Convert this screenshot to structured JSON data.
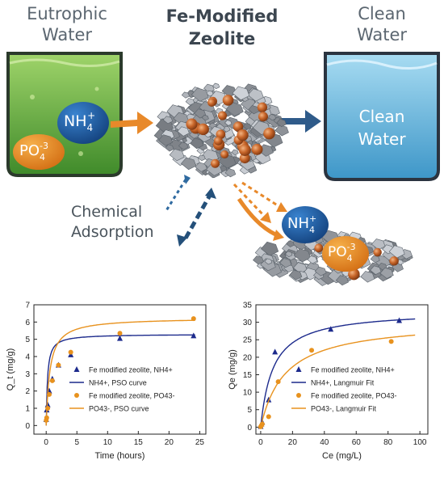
{
  "diagram": {
    "title_line1": "Fe-Modified",
    "title_line2": "Zeolite",
    "left_label_line1": "Eutrophic",
    "left_label_line2": "Water",
    "right_label_line1": "Clean",
    "right_label_line2": "Water",
    "tank_text_line1": "Clean",
    "tank_text_line2": "Water",
    "mech_line1": "Chemical",
    "mech_line2": "Adsorption",
    "ion_nh4": "NH",
    "ion_nh4_sub": "4",
    "ion_nh4_sup": "+",
    "ion_po4": "PO",
    "ion_po4_sub": "4",
    "ion_po4_sup": "-3",
    "colors": {
      "nh4_bubble": "#1f5fa8",
      "po4_bubble": "#e98a1c",
      "arrow_orange": "#e8892a",
      "arrow_blue": "#2f5b8a",
      "eutrophic_water": "#5aa83a",
      "clean_water": "#5fb2dc"
    }
  },
  "chart_data": [
    {
      "type": "scatter",
      "xlabel": "Time (hours)",
      "ylabel": "Q_t (mg/g)",
      "xlim": [
        -2,
        26
      ],
      "ylim": [
        -0.5,
        7
      ],
      "xticks": [
        0,
        5,
        10,
        15,
        20,
        25
      ],
      "yticks": [
        0,
        1,
        2,
        3,
        4,
        5,
        6,
        7
      ],
      "legend_position": "center-right",
      "series": [
        {
          "name": "Fe modified zeolite, NH4+",
          "kind": "points",
          "marker": "triangle",
          "color": "#1c2a8c",
          "x": [
            0,
            0.083,
            0.25,
            0.5,
            1,
            2,
            4,
            12,
            24
          ],
          "y": [
            0.35,
            0.9,
            1.2,
            2.0,
            2.7,
            3.5,
            4.1,
            5.05,
            5.2
          ]
        },
        {
          "name": "NH4+, PSO curve",
          "kind": "line",
          "color": "#1c2a8c",
          "qe": 5.3,
          "k": 0.9
        },
        {
          "name": "Fe modified zeolite, PO43-",
          "kind": "points",
          "marker": "circle",
          "color": "#e8921e",
          "x": [
            0,
            0.083,
            0.25,
            0.5,
            1,
            2,
            4,
            12,
            24
          ],
          "y": [
            0.3,
            0.45,
            1.0,
            1.8,
            2.6,
            3.5,
            4.25,
            5.35,
            6.2
          ]
        },
        {
          "name": "PO43-, PSO curve",
          "kind": "line",
          "color": "#e8921e",
          "qe": 6.25,
          "k": 0.27
        }
      ]
    },
    {
      "type": "scatter",
      "xlabel": "Ce (mg/L)",
      "ylabel": "Qe (mg/g)",
      "xlim": [
        -3,
        105
      ],
      "ylim": [
        -2,
        35
      ],
      "xticks": [
        0,
        20,
        40,
        60,
        80,
        100
      ],
      "yticks": [
        0,
        5,
        10,
        15,
        20,
        25,
        30,
        35
      ],
      "legend_position": "center-right",
      "series": [
        {
          "name": "Fe modified zeolite, NH4+",
          "kind": "points",
          "marker": "triangle",
          "color": "#1c2a8c",
          "x": [
            0,
            0.5,
            1,
            5,
            9,
            44,
            87
          ],
          "y": [
            0.2,
            0.9,
            1.4,
            7.8,
            21.5,
            28.0,
            30.5
          ]
        },
        {
          "name": "NH4+, Langmuir Fit",
          "kind": "line",
          "color": "#1c2a8c",
          "qmax": 33.4,
          "kl": 0.13
        },
        {
          "name": "Fe modified zeolite, PO43-",
          "kind": "points",
          "marker": "circle",
          "color": "#e8921e",
          "x": [
            0,
            0.5,
            1,
            5,
            11,
            32,
            82
          ],
          "y": [
            0.1,
            0.5,
            0.9,
            3.0,
            13.0,
            22.0,
            24.5
          ]
        },
        {
          "name": "PO43-, Langmuir Fit",
          "kind": "line",
          "color": "#e8921e",
          "qmax": 30.5,
          "kl": 0.065
        }
      ]
    }
  ]
}
